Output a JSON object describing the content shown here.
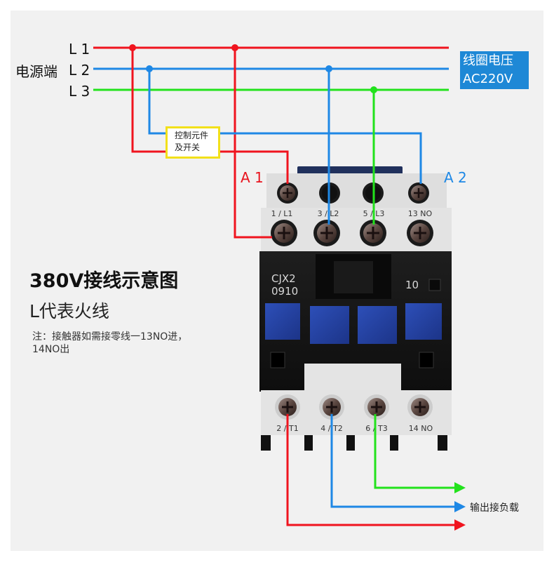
{
  "source": {
    "label": "电源端",
    "lines": [
      {
        "name": "L 1",
        "color": "#f0141e"
      },
      {
        "name": "L 2",
        "color": "#1e88e5"
      },
      {
        "name": "L 3",
        "color": "#22e21c"
      }
    ]
  },
  "coil_voltage": {
    "line1": "线圈电压",
    "line2": "AC220V",
    "color": "#1e88d6"
  },
  "control_element": {
    "line1": "控制元件",
    "line2": "及开关",
    "border_color": "#f2e01a"
  },
  "coil_terminals": {
    "a1": "A 1",
    "a2": "A 2"
  },
  "contactor": {
    "model": "CJX2",
    "code": "0910",
    "aux_contact_code": "10",
    "top_terminal_labels": [
      "1 / L1",
      "3 / L2",
      "5 / L3",
      "13 NO"
    ],
    "bottom_terminal_labels": [
      "2 / T1",
      "4 / T2",
      "6 / T3",
      "14 NO"
    ]
  },
  "texts": {
    "title": "380V接线示意图",
    "subtitle": "L代表火线",
    "note_line1": "注：接触器如需接零线一13NO进，",
    "note_line2": "14NO出",
    "output_label": "输出接负载"
  },
  "wire_colors": {
    "red": "#f0141e",
    "blue": "#1e88e5",
    "green": "#22e21c"
  }
}
